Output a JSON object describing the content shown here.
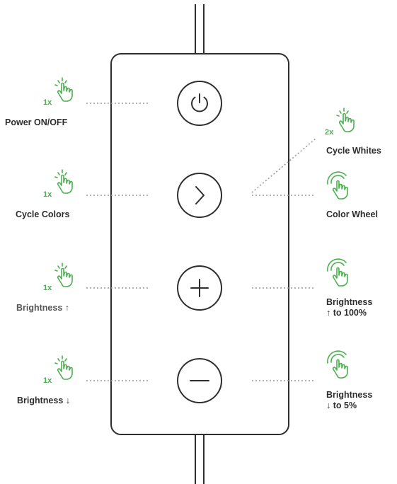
{
  "colors": {
    "line": "#2e2e2e",
    "dots": "#9a9a9a",
    "accent": "#4caf50",
    "text": "#2d2d2d"
  },
  "remote": {
    "buttons": [
      {
        "id": "power",
        "icon": "power-icon"
      },
      {
        "id": "next",
        "icon": "chevron-right-icon"
      },
      {
        "id": "plus",
        "icon": "plus-icon"
      },
      {
        "id": "minus",
        "icon": "minus-icon"
      }
    ]
  },
  "left": [
    {
      "gesture": "tap-hand-icon",
      "multiplier": "1x",
      "label": "Power ON/OFF"
    },
    {
      "gesture": "tap-hand-icon",
      "multiplier": "1x",
      "label": "Cycle Colors"
    },
    {
      "gesture": "tap-hand-icon",
      "multiplier": "1x",
      "label": "Brightness ↑"
    },
    {
      "gesture": "tap-hand-icon",
      "multiplier": "1x",
      "label": "Brightness ↓"
    }
  ],
  "right": [
    {
      "gesture": "tap-hand-icon",
      "multiplier": "2x",
      "label": "Cycle Whites"
    },
    {
      "gesture": "press-hold-hand-icon",
      "label": "Color Wheel"
    },
    {
      "gesture": "press-hold-hand-icon",
      "label_lines": [
        "Brightness",
        "↑ to 100%"
      ]
    },
    {
      "gesture": "press-hold-hand-icon",
      "label_lines": [
        "Brightness",
        "↓ to 5%"
      ]
    }
  ]
}
